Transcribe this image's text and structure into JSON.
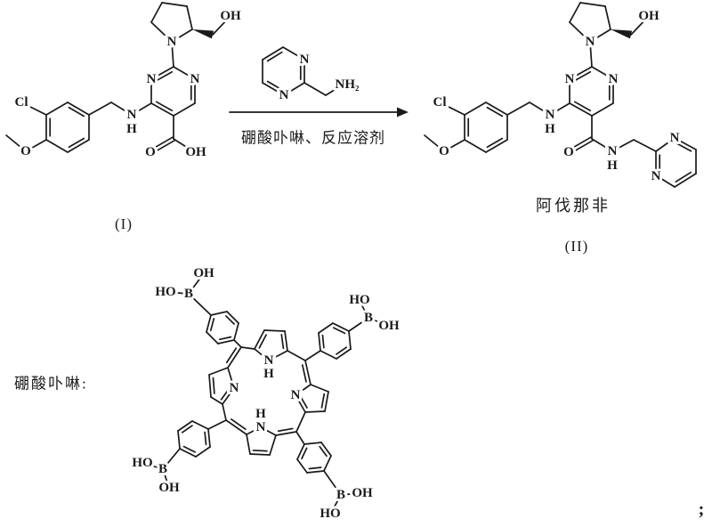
{
  "colors": {
    "ink": "#1a1a1a",
    "background": "#ffffff"
  },
  "captions": {
    "struct1_label": "(I)",
    "struct2_name": "阿伐那非",
    "struct2_label": "(II)",
    "conditions": "硼酸卟啉、反应溶剂",
    "porphyrin_label": "硼酸卟啉:",
    "terminal_semicolon": ";"
  },
  "molecules": {
    "structure_i": {
      "description": "compound I reactant",
      "bonds": [
        [
          193,
          47,
          216,
          33,
          0
        ],
        [
          216,
          33,
          210,
          7,
          0
        ],
        [
          210,
          7,
          182,
          3,
          0
        ],
        [
          182,
          3,
          170,
          25,
          0
        ],
        [
          170,
          25,
          193,
          47,
          0
        ],
        [
          216,
          33,
          239,
          39,
          4
        ],
        [
          239,
          39,
          258,
          19,
          0
        ],
        [
          193,
          47,
          195,
          75,
          0
        ],
        [
          195,
          75,
          170,
          89,
          2
        ],
        [
          170,
          89,
          170,
          116,
          0
        ],
        [
          170,
          116,
          195,
          130,
          2
        ],
        [
          195,
          130,
          219,
          116,
          0
        ],
        [
          219,
          116,
          219,
          89,
          2
        ],
        [
          219,
          89,
          195,
          75,
          0
        ],
        [
          170,
          116,
          148,
          129,
          0
        ],
        [
          148,
          129,
          125,
          115,
          0
        ],
        [
          125,
          115,
          100,
          129,
          0
        ],
        [
          76,
          115,
          100,
          129,
          1
        ],
        [
          100,
          129,
          100,
          157,
          0
        ],
        [
          100,
          157,
          76,
          171,
          1
        ],
        [
          76,
          171,
          52,
          157,
          0
        ],
        [
          52,
          157,
          52,
          129,
          1
        ],
        [
          52,
          129,
          76,
          115,
          0
        ],
        [
          52,
          129,
          24,
          115,
          0
        ],
        [
          52,
          157,
          29,
          170,
          0
        ],
        [
          29,
          170,
          7,
          152,
          0
        ],
        [
          195,
          130,
          195,
          156,
          0
        ],
        [
          195,
          156,
          169,
          171,
          3
        ],
        [
          195,
          156,
          217,
          170,
          0
        ]
      ],
      "labels": [
        [
          259,
          18,
          "OH"
        ],
        [
          193,
          47,
          "N"
        ],
        [
          170,
          89,
          "N"
        ],
        [
          219,
          89,
          "N"
        ],
        [
          148,
          129,
          "N"
        ],
        [
          148,
          145,
          "H"
        ],
        [
          24,
          115,
          "Cl"
        ],
        [
          29,
          170,
          "O"
        ],
        [
          169,
          171,
          "O"
        ],
        [
          220,
          171,
          "OH"
        ]
      ]
    },
    "reagent_amine": {
      "description": "2-(aminomethyl)pyrimidine",
      "bonds": [
        [
          318,
          53,
          342,
          67,
          0
        ],
        [
          342,
          67,
          342,
          93,
          1
        ],
        [
          342,
          93,
          319,
          107,
          0
        ],
        [
          319,
          107,
          295,
          93,
          1
        ],
        [
          295,
          93,
          295,
          67,
          0
        ],
        [
          295,
          67,
          318,
          53,
          1
        ],
        [
          342,
          93,
          366,
          107,
          0
        ],
        [
          366,
          107,
          379,
          99,
          0
        ]
      ],
      "labels": [
        [
          342,
          67,
          "N"
        ],
        [
          319,
          107,
          "N"
        ],
        [
          390,
          95,
          "NH₂"
        ]
      ]
    },
    "arrow": {
      "description": "reaction arrow",
      "bonds": [
        [
          258,
          126,
          446,
          126,
          0
        ]
      ],
      "polys": [
        [
          [
            446,
            120.5
          ],
          [
            459,
            126
          ],
          [
            446,
            131.5
          ]
        ]
      ],
      "labels": []
    },
    "structure_ii": {
      "description": "avanafil product",
      "bonds": [
        [
          663,
          47,
          686,
          33,
          0
        ],
        [
          686,
          33,
          680,
          7,
          0
        ],
        [
          680,
          7,
          652,
          3,
          0
        ],
        [
          652,
          3,
          640,
          25,
          0
        ],
        [
          640,
          25,
          663,
          47,
          0
        ],
        [
          686,
          33,
          709,
          39,
          4
        ],
        [
          709,
          39,
          728,
          19,
          0
        ],
        [
          663,
          47,
          665,
          75,
          0
        ],
        [
          665,
          75,
          640,
          89,
          2
        ],
        [
          640,
          89,
          640,
          116,
          0
        ],
        [
          640,
          116,
          665,
          130,
          2
        ],
        [
          665,
          130,
          689,
          116,
          0
        ],
        [
          689,
          116,
          689,
          89,
          2
        ],
        [
          689,
          89,
          665,
          75,
          0
        ],
        [
          640,
          116,
          618,
          129,
          0
        ],
        [
          618,
          129,
          595,
          115,
          0
        ],
        [
          595,
          115,
          570,
          129,
          0
        ],
        [
          546,
          115,
          570,
          129,
          1
        ],
        [
          570,
          129,
          570,
          157,
          0
        ],
        [
          570,
          157,
          546,
          171,
          1
        ],
        [
          546,
          171,
          522,
          157,
          0
        ],
        [
          522,
          157,
          522,
          129,
          1
        ],
        [
          522,
          129,
          546,
          115,
          0
        ],
        [
          522,
          129,
          494,
          115,
          0
        ],
        [
          522,
          157,
          499,
          170,
          0
        ],
        [
          499,
          170,
          477,
          152,
          0
        ],
        [
          665,
          130,
          665,
          156,
          0
        ],
        [
          665,
          156,
          639,
          171,
          3
        ],
        [
          665,
          156,
          688,
          170,
          0
        ],
        [
          688,
          170,
          712,
          157,
          0
        ],
        [
          712,
          157,
          737,
          170,
          0
        ],
        [
          737,
          170,
          758,
          155,
          0
        ],
        [
          758,
          155,
          782,
          168,
          1
        ],
        [
          782,
          168,
          782,
          195,
          0
        ],
        [
          782,
          195,
          758,
          210,
          1
        ],
        [
          758,
          210,
          737,
          197,
          0
        ],
        [
          737,
          197,
          737,
          170,
          1
        ]
      ],
      "labels": [
        [
          729,
          18,
          "OH"
        ],
        [
          663,
          47,
          "N"
        ],
        [
          640,
          89,
          "N"
        ],
        [
          689,
          89,
          "N"
        ],
        [
          618,
          129,
          "N"
        ],
        [
          618,
          145,
          "H"
        ],
        [
          494,
          115,
          "Cl"
        ],
        [
          499,
          170,
          "O"
        ],
        [
          639,
          171,
          "O"
        ],
        [
          688,
          170,
          "N"
        ],
        [
          688,
          186,
          "H"
        ],
        [
          758,
          155,
          "N"
        ],
        [
          737,
          198,
          "N"
        ]
      ]
    },
    "porphyrin": {
      "description": "tetrakis(boronophenyl)porphyrin catalyst",
      "bonds": [
        [
          302,
          405,
          286,
          392,
          0
        ],
        [
          302,
          405,
          323,
          394,
          0
        ],
        [
          286,
          392,
          297,
          371,
          1
        ],
        [
          323,
          394,
          320,
          372,
          2
        ],
        [
          297,
          371,
          320,
          372,
          0
        ],
        [
          286,
          392,
          271,
          390,
          0
        ],
        [
          271,
          390,
          256,
          413,
          1
        ],
        [
          271,
          390,
          263,
          382,
          0
        ],
        [
          256,
          413,
          263,
          436,
          0
        ],
        [
          263,
          436,
          250,
          454,
          1
        ],
        [
          256,
          413,
          235,
          421,
          0
        ],
        [
          250,
          454,
          237,
          446,
          0
        ],
        [
          235,
          421,
          237,
          446,
          2
        ],
        [
          250,
          454,
          254,
          472,
          0
        ],
        [
          254,
          472,
          277,
          488,
          2
        ],
        [
          254,
          472,
          234,
          482,
          0
        ],
        [
          277,
          488,
          293,
          480,
          0
        ],
        [
          293,
          480,
          310,
          489,
          0
        ],
        [
          277,
          488,
          281,
          510,
          0
        ],
        [
          310,
          489,
          303,
          511,
          0
        ],
        [
          281,
          510,
          303,
          511,
          2
        ],
        [
          310,
          489,
          333,
          485,
          2
        ],
        [
          333,
          485,
          343,
          463,
          0
        ],
        [
          333,
          485,
          342,
          499,
          0
        ],
        [
          332,
          444,
          349,
          432,
          0
        ],
        [
          332,
          444,
          343,
          463,
          2
        ],
        [
          349,
          432,
          369,
          440,
          0
        ],
        [
          343,
          463,
          365,
          462,
          0
        ],
        [
          369,
          440,
          365,
          462,
          1
        ],
        [
          323,
          394,
          343,
          405,
          0
        ],
        [
          343,
          405,
          349,
          432,
          1
        ],
        [
          343,
          405,
          360,
          394,
          0
        ],
        [
          263,
          382,
          268,
          363,
          0
        ],
        [
          268,
          363,
          255,
          350,
          2
        ],
        [
          255,
          350,
          237,
          354,
          0
        ],
        [
          237,
          354,
          232,
          373,
          2
        ],
        [
          232,
          373,
          245,
          386,
          0
        ],
        [
          245,
          386,
          263,
          382,
          2
        ],
        [
          237,
          354,
          212,
          330,
          0
        ],
        [
          212,
          330,
          229,
          307,
          0
        ],
        [
          186,
          328,
          212,
          330,
          0
        ],
        [
          392,
          372,
          394,
          392,
          0
        ],
        [
          394,
          392,
          378,
          403,
          1
        ],
        [
          378,
          403,
          360,
          394,
          0
        ],
        [
          360,
          394,
          358,
          374,
          1
        ],
        [
          358,
          374,
          374,
          363,
          0
        ],
        [
          374,
          363,
          392,
          372,
          1
        ],
        [
          392,
          372,
          414,
          357,
          0
        ],
        [
          414,
          357,
          404,
          338,
          0
        ],
        [
          414,
          357,
          434,
          365,
          0
        ],
        [
          202,
          504,
          200,
          484,
          0
        ],
        [
          200,
          484,
          216,
          473,
          1
        ],
        [
          216,
          473,
          234,
          482,
          0
        ],
        [
          234,
          482,
          236,
          502,
          1
        ],
        [
          236,
          502,
          220,
          513,
          0
        ],
        [
          220,
          513,
          202,
          504,
          1
        ],
        [
          202,
          504,
          183,
          527,
          0
        ],
        [
          183,
          527,
          161,
          520,
          0
        ],
        [
          183,
          527,
          190,
          548,
          0
        ],
        [
          364,
          529,
          345,
          531,
          1
        ],
        [
          345,
          531,
          334,
          516,
          0
        ],
        [
          334,
          516,
          342,
          499,
          1
        ],
        [
          342,
          499,
          361,
          497,
          0
        ],
        [
          361,
          497,
          372,
          512,
          1
        ],
        [
          372,
          512,
          364,
          529,
          0
        ],
        [
          364,
          529,
          383,
          556,
          0
        ],
        [
          383,
          556,
          405,
          554,
          0
        ],
        [
          383,
          556,
          372,
          576,
          0
        ]
      ],
      "labels": [
        [
          302,
          405,
          "N"
        ],
        [
          302,
          420,
          "H"
        ],
        [
          293,
          480,
          "N"
        ],
        [
          293,
          465,
          "H"
        ],
        [
          263,
          436,
          "N"
        ],
        [
          332,
          444,
          "N"
        ],
        [
          212,
          330,
          "B"
        ],
        [
          229,
          307,
          "OH"
        ],
        [
          186,
          328,
          "HO"
        ],
        [
          414,
          357,
          "B"
        ],
        [
          404,
          337,
          "HO"
        ],
        [
          437,
          366,
          "OH"
        ],
        [
          183,
          527,
          "B"
        ],
        [
          160,
          520,
          "HO"
        ],
        [
          190,
          548,
          "OH"
        ],
        [
          383,
          556,
          "B"
        ],
        [
          407,
          554,
          "OH"
        ],
        [
          371,
          577,
          "HO"
        ]
      ]
    }
  }
}
